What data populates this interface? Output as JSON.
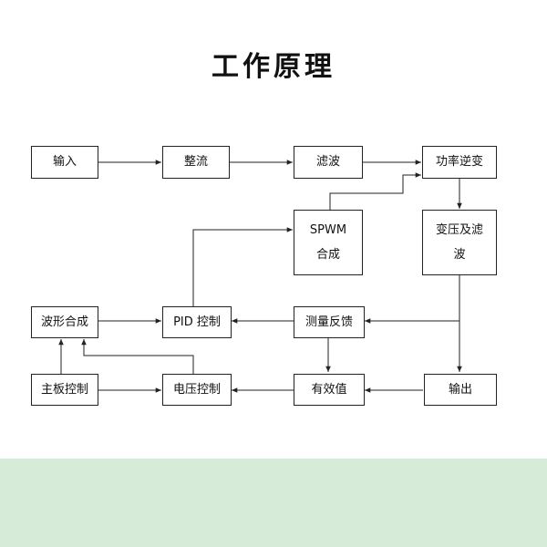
{
  "title": "工作原理",
  "blocks": {
    "input": "输入",
    "rectify": "整流",
    "filter": "滤波",
    "power_inverter": "功率逆变",
    "spwm_line1": "SPWM",
    "spwm_line2": "合成",
    "transform_line1": "变压及滤",
    "transform_line2": "波",
    "waveform_synthesis": "波形合成",
    "pid_control": "PID 控制",
    "measure_feedback": "测量反馈",
    "main_board_control": "主板控制",
    "voltage_control": "电压控制",
    "rms_value": "有效值",
    "output": "输出"
  },
  "colors": {
    "footer_band": "#d6ecd8",
    "line": "#222222"
  }
}
